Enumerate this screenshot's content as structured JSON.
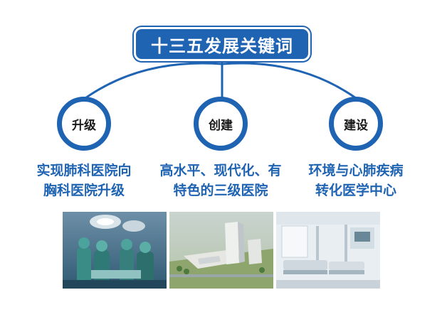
{
  "title": "十三五发展关键词",
  "colors": {
    "primary": "#1f63b3",
    "text_dark": "#1a1a1a",
    "background": "#ffffff"
  },
  "keywords": [
    {
      "label": "升级",
      "description": [
        "实现肺科医院向",
        "胸科医院升级"
      ]
    },
    {
      "label": "创建",
      "description": [
        "高水平、现代化、有",
        "特色的三级医院"
      ]
    },
    {
      "label": "建设",
      "description": [
        "环境与心肺疾病",
        "转化医学中心"
      ]
    }
  ],
  "photos": [
    "operating-room-photo",
    "hospital-building-aerial-photo",
    "hospital-ward-photo"
  ]
}
